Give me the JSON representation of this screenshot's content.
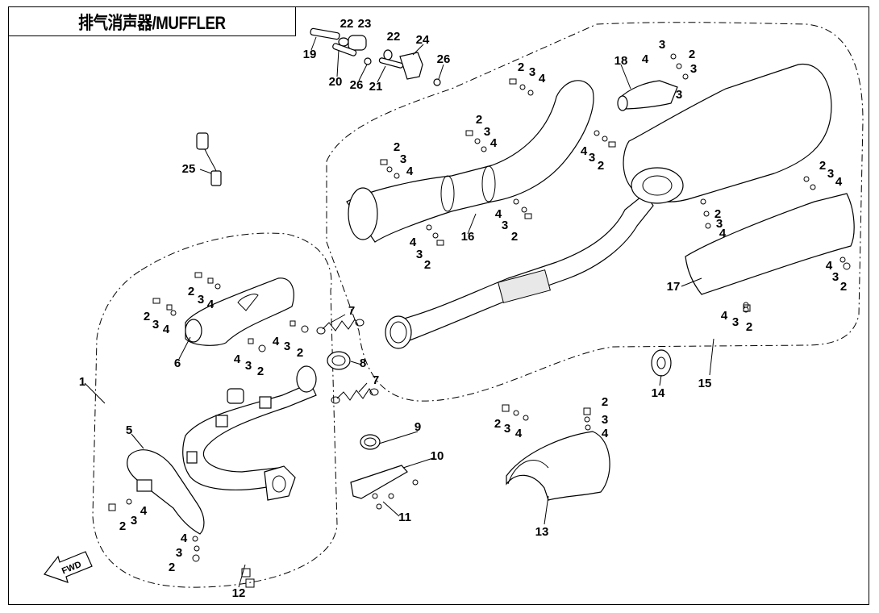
{
  "title": "排气消声器/MUFFLER",
  "fwd_label": "FWD",
  "callouts": [
    "1",
    "2",
    "3",
    "4",
    "5",
    "6",
    "7",
    "8",
    "9",
    "10",
    "11",
    "12",
    "13",
    "14",
    "15",
    "16",
    "17",
    "18",
    "19",
    "20",
    "21",
    "22",
    "23",
    "24",
    "25",
    "26"
  ]
}
